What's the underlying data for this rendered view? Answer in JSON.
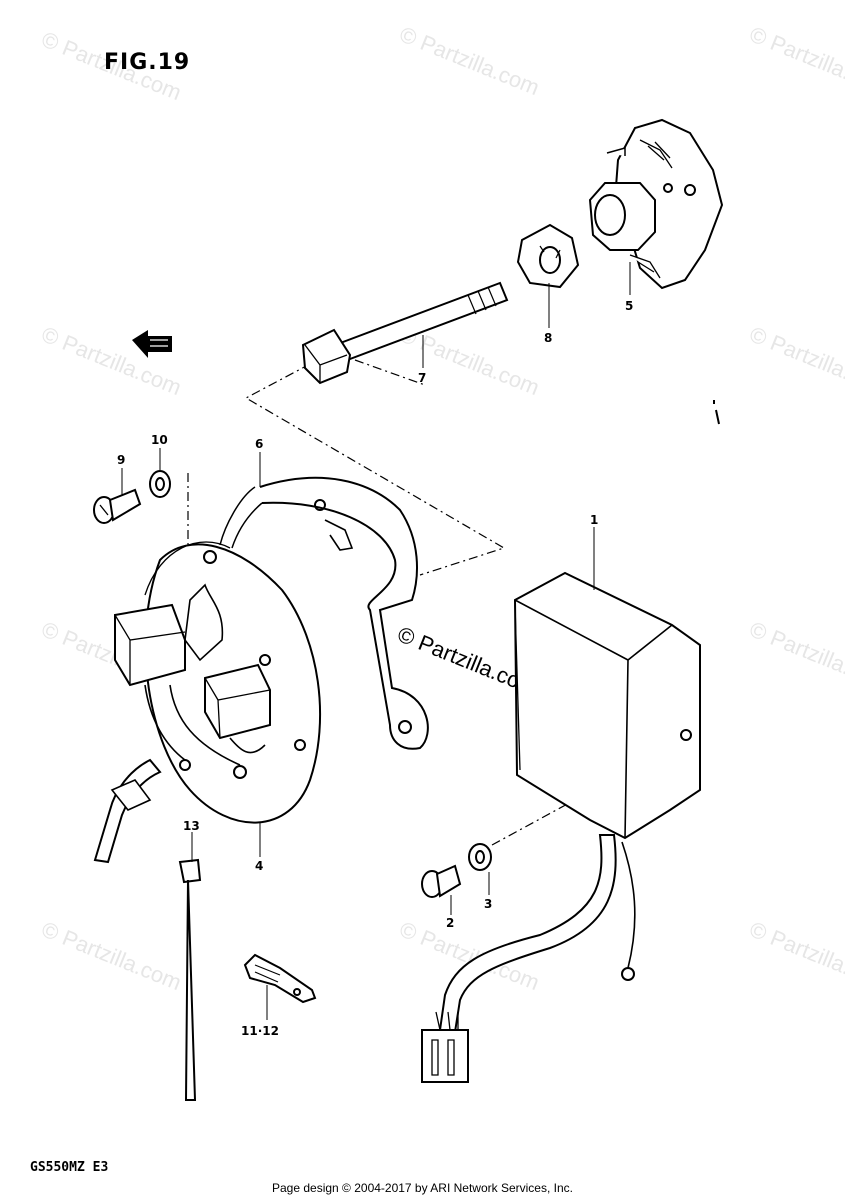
{
  "figure": {
    "title": "FIG.19",
    "model_code": "GS550MZ E3",
    "footer": "Page design © 2004-2017 by ARI Network Services, Inc."
  },
  "watermark": {
    "text": "© Partzilla.com",
    "center_text": "© Partzilla.com"
  },
  "callouts": {
    "c1": "1",
    "c2": "2",
    "c3": "3",
    "c4": "4",
    "c5": "5",
    "c6": "6",
    "c7": "7",
    "c8": "8",
    "c9": "9",
    "c10": "10",
    "c11_12": "11·12",
    "c13": "13"
  },
  "icons": {
    "direction_arrow": "direction-arrow-icon"
  }
}
